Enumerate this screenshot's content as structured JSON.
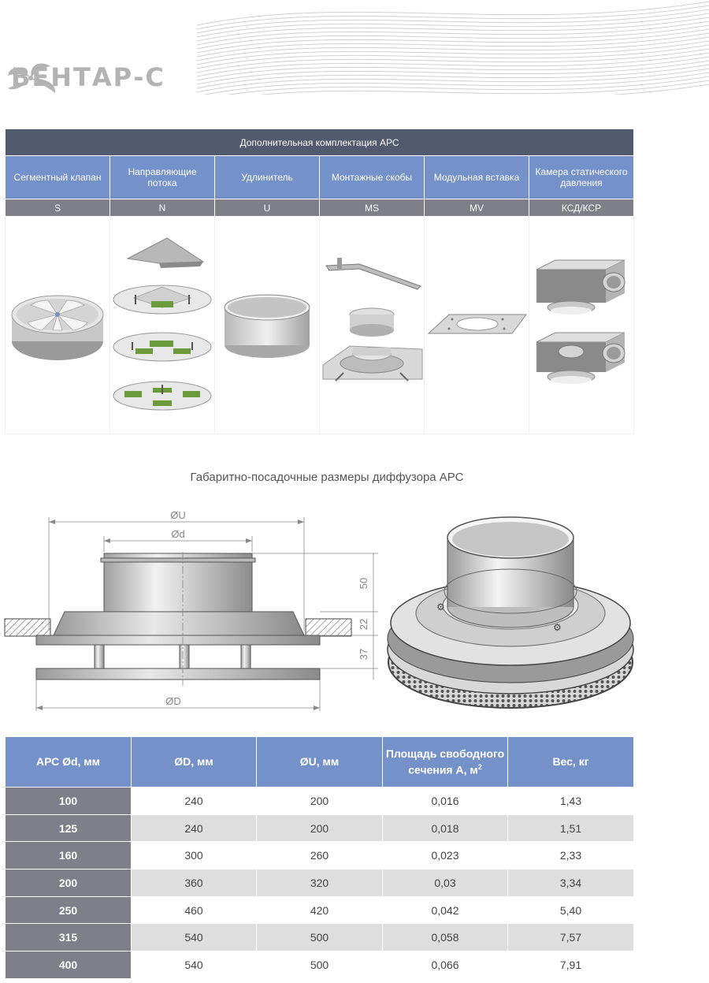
{
  "brand": {
    "name": "ВЕНТАР-С"
  },
  "accessories": {
    "title": "Дополнительная комплектация АРС",
    "items": [
      {
        "name": "Сегментный клапан",
        "code": "S",
        "icon": "segment-valve-illustration"
      },
      {
        "name": "Направляющие потока",
        "code": "N",
        "icon": "flow-guides-illustration"
      },
      {
        "name": "Удлинитель",
        "code": "U",
        "icon": "extender-illustration"
      },
      {
        "name": "Монтажные скобы",
        "code": "MS",
        "icon": "mounting-brackets-illustration"
      },
      {
        "name": "Модульная вставка",
        "code": "MV",
        "icon": "modular-insert-illustration"
      },
      {
        "name": "Камера статического давления",
        "code": "КСД/КСР",
        "icon": "plenum-box-illustration"
      }
    ]
  },
  "dimensions": {
    "title": "Габаритно-посадочные размеры диффузора АРС",
    "labels": {
      "u": "ØU",
      "d": "Ød",
      "D": "ØD",
      "h1": "50",
      "h2": "22",
      "h3": "37"
    }
  },
  "specs": {
    "headers": [
      "АРС Ød, мм",
      "ØD, мм",
      "ØU, мм",
      "Площадь свободного сечения А, м",
      "Вес, кг"
    ],
    "area_superscript": "2",
    "rows": [
      [
        "100",
        "240",
        "200",
        "0,016",
        "1,43"
      ],
      [
        "125",
        "240",
        "200",
        "0,018",
        "1,51"
      ],
      [
        "160",
        "300",
        "260",
        "0,023",
        "2,33"
      ],
      [
        "200",
        "360",
        "320",
        "0,03",
        "3,34"
      ],
      [
        "250",
        "460",
        "420",
        "0,042",
        "5,40"
      ],
      [
        "315",
        "540",
        "500",
        "0,058",
        "7,57"
      ],
      [
        "400",
        "540",
        "500",
        "0,066",
        "7,91"
      ]
    ]
  },
  "colors": {
    "header_dark": "#525a6e",
    "header_blue": "#7591c9",
    "code_gray": "#7f7f8a",
    "row_gray": "#dedede"
  }
}
